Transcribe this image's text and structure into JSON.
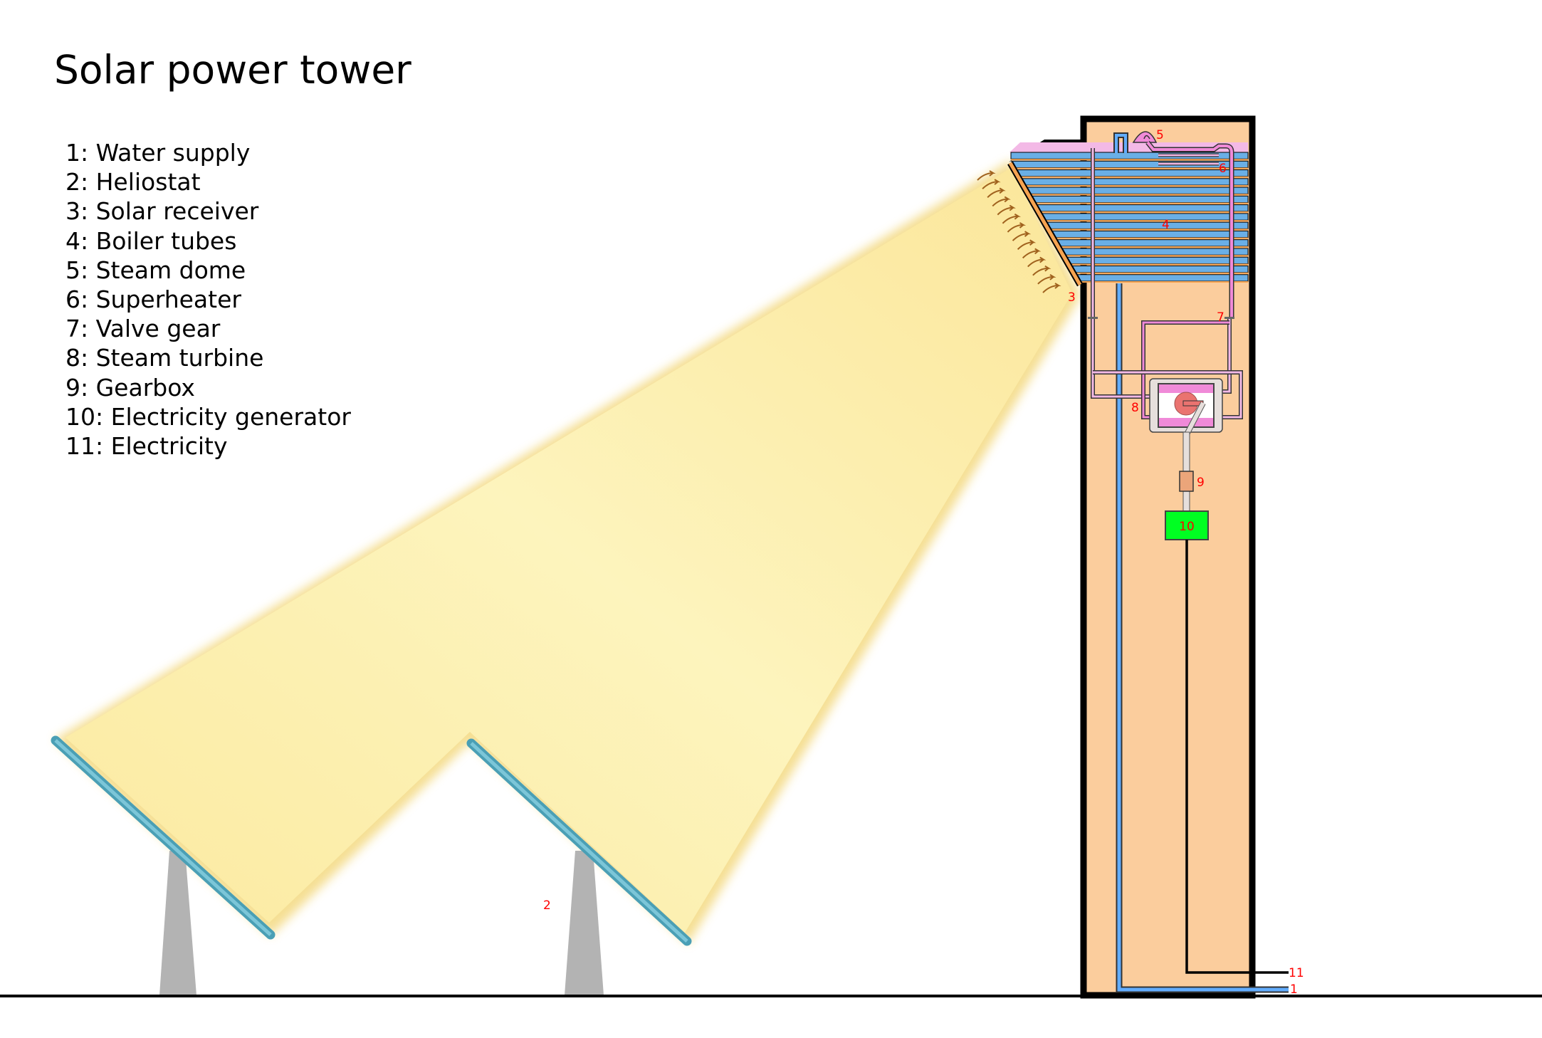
{
  "title": "Solar power tower",
  "legend": [
    "1: Water supply",
    "2: Heliostat",
    "3: Solar receiver",
    "4: Boiler tubes",
    "5: Steam dome",
    "6: Superheater",
    "7: Valve gear",
    "8: Steam turbine",
    "9: Gearbox",
    "10: Electricity generator",
    "11: Electricity"
  ],
  "labels": {
    "water_supply": "1",
    "heliostat": "2",
    "solar_receiver": "3",
    "boiler_tubes": "4",
    "steam_dome": "5",
    "superheater": "6",
    "valve_gear": "7",
    "steam_turbine": "8",
    "gearbox": "9",
    "generator": "10",
    "electricity": "11"
  },
  "colors": {
    "tower": "#fbcd9d",
    "tubes": "#6aafe6",
    "steam": "#f08ad8",
    "beam": "#fdf2b0",
    "mirror": "#5ab2c6",
    "generator": "#00ff22",
    "label": "#ff0000"
  }
}
